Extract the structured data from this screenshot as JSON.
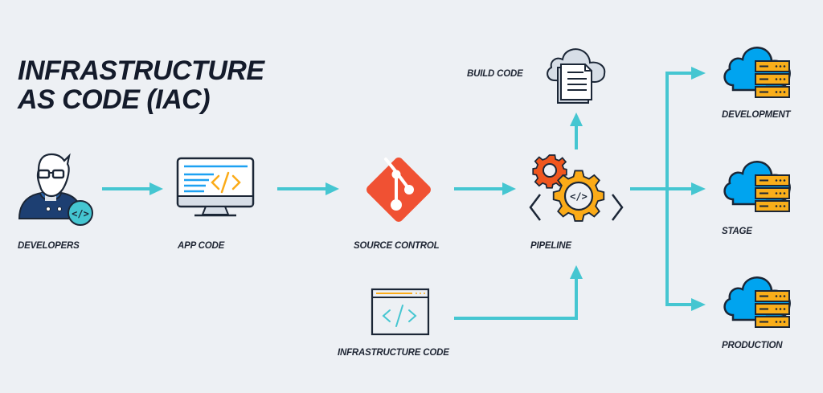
{
  "title": {
    "line1": "INFRASTRUCTURE",
    "line2": "AS CODE (IAC)"
  },
  "colors": {
    "background": "#edf0f4",
    "arrow": "#45c6d1",
    "text": "#1e2533",
    "git_orange": "#f05133",
    "gear_orange": "#f0561d",
    "gear_yellow": "#fbab18",
    "cloud_blue": "#00a4ef",
    "server_yellow": "#f9ae1a",
    "code_blue": "#1da1f2",
    "navy": "#1d3f72"
  },
  "nodes": {
    "developers": {
      "label": "DEVELOPERS",
      "icon": "developer-icon"
    },
    "app_code": {
      "label": "APP CODE",
      "icon": "monitor-code-icon"
    },
    "source_control": {
      "label": "SOURCE CONTROL",
      "icon": "git-icon"
    },
    "pipeline": {
      "label": "PIPELINE",
      "icon": "gears-code-icon"
    },
    "build_code": {
      "label": "BUILD CODE",
      "icon": "cloud-documents-icon"
    },
    "infrastructure_code": {
      "label": "INFRASTRUCTURE CODE",
      "icon": "browser-code-icon"
    },
    "development": {
      "label": "DEVELOPMENT",
      "icon": "cloud-server-icon"
    },
    "stage": {
      "label": "STAGE",
      "icon": "cloud-server-icon"
    },
    "production": {
      "label": "PRODUCTION",
      "icon": "cloud-server-icon"
    }
  },
  "edges": [
    {
      "from": "developers",
      "to": "app_code"
    },
    {
      "from": "app_code",
      "to": "source_control"
    },
    {
      "from": "source_control",
      "to": "pipeline"
    },
    {
      "from": "pipeline",
      "to": "build_code"
    },
    {
      "from": "infrastructure_code",
      "to": "pipeline"
    },
    {
      "from": "pipeline",
      "to": "development"
    },
    {
      "from": "pipeline",
      "to": "stage"
    },
    {
      "from": "pipeline",
      "to": "production"
    }
  ]
}
